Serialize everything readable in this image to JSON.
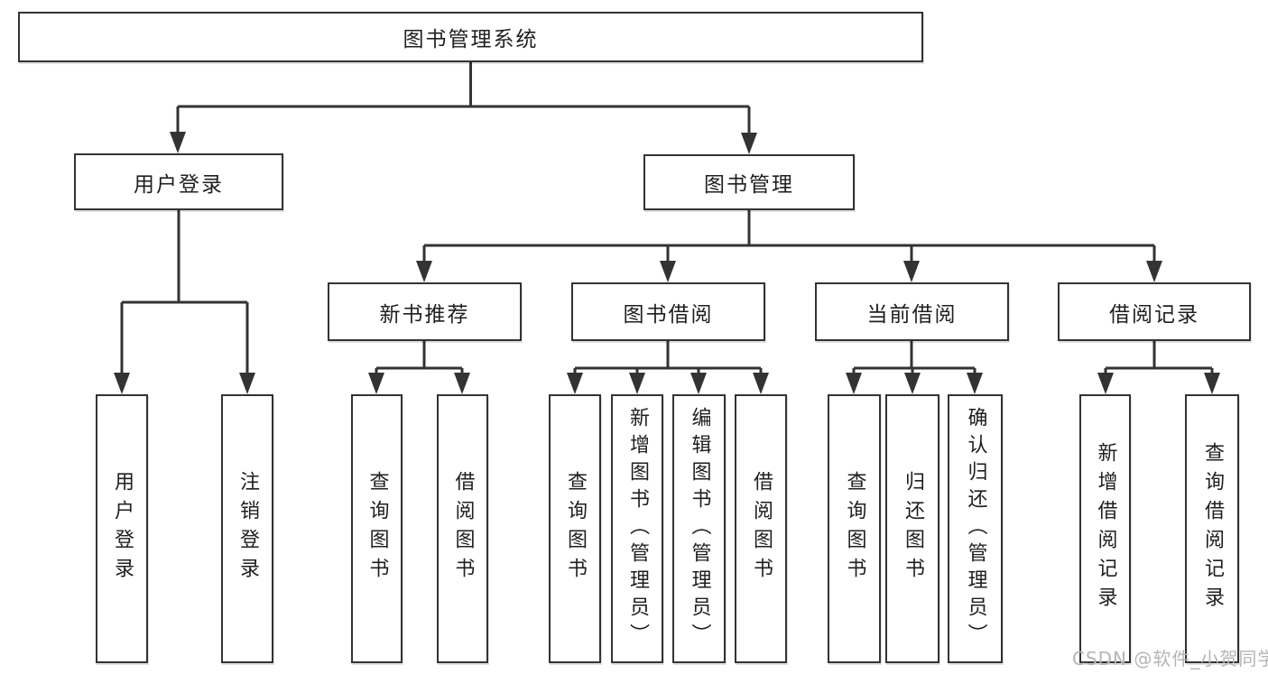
{
  "tree": {
    "root": {
      "label": "图书管理系统"
    },
    "branches": [
      {
        "label": "用户登录",
        "children": [
          {
            "label": "用户登录"
          },
          {
            "label": "注销登录"
          }
        ]
      },
      {
        "label": "图书管理",
        "children": [
          {
            "label": "新书推荐",
            "children": [
              {
                "label": "查询图书"
              },
              {
                "label": "借阅图书"
              }
            ]
          },
          {
            "label": "图书借阅",
            "children": [
              {
                "label": "查询图书"
              },
              {
                "label": "新增图书（管理员）"
              },
              {
                "label": "编辑图书（管理员）"
              },
              {
                "label": "借阅图书"
              }
            ]
          },
          {
            "label": "当前借阅",
            "children": [
              {
                "label": "查询图书"
              },
              {
                "label": "归还图书"
              },
              {
                "label": "确认归还（管理员）"
              }
            ]
          },
          {
            "label": "借阅记录",
            "children": [
              {
                "label": "新增借阅记录"
              },
              {
                "label": "查询借阅记录"
              }
            ]
          }
        ]
      }
    ]
  },
  "watermark": {
    "text": "CSDN @软件_小贺同学"
  },
  "colors": {
    "line": "#333333",
    "text": "#1f1f1f",
    "background": "#ffffff",
    "watermark": "#b5b5b5"
  }
}
